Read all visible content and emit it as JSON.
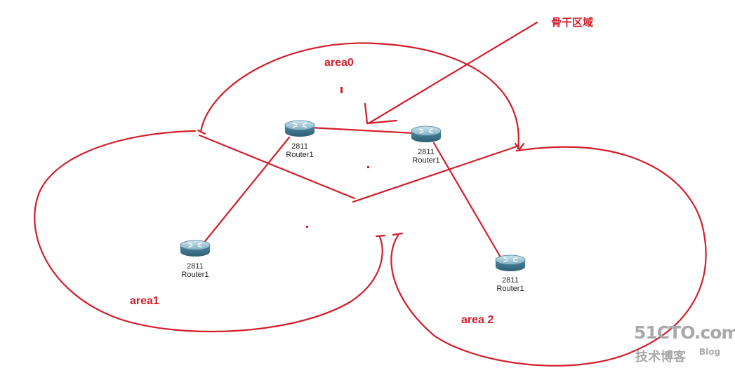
{
  "labels": {
    "backbone": "骨干区域",
    "area0": "area0",
    "area1": "area1",
    "area2": "area 2"
  },
  "routers": [
    {
      "model": "2811",
      "name": "Router1"
    },
    {
      "model": "2811",
      "name": "Router1"
    },
    {
      "model": "2811",
      "name": "Router1"
    },
    {
      "model": "2811",
      "name": "Router1"
    }
  ],
  "watermark": {
    "site": "51CTO.com",
    "tagline": "技术博客",
    "blog": "Blog"
  },
  "colors": {
    "annotation": "#d21e2a",
    "router_body": "#5f96ac",
    "watermark": "#a9a9a9"
  }
}
